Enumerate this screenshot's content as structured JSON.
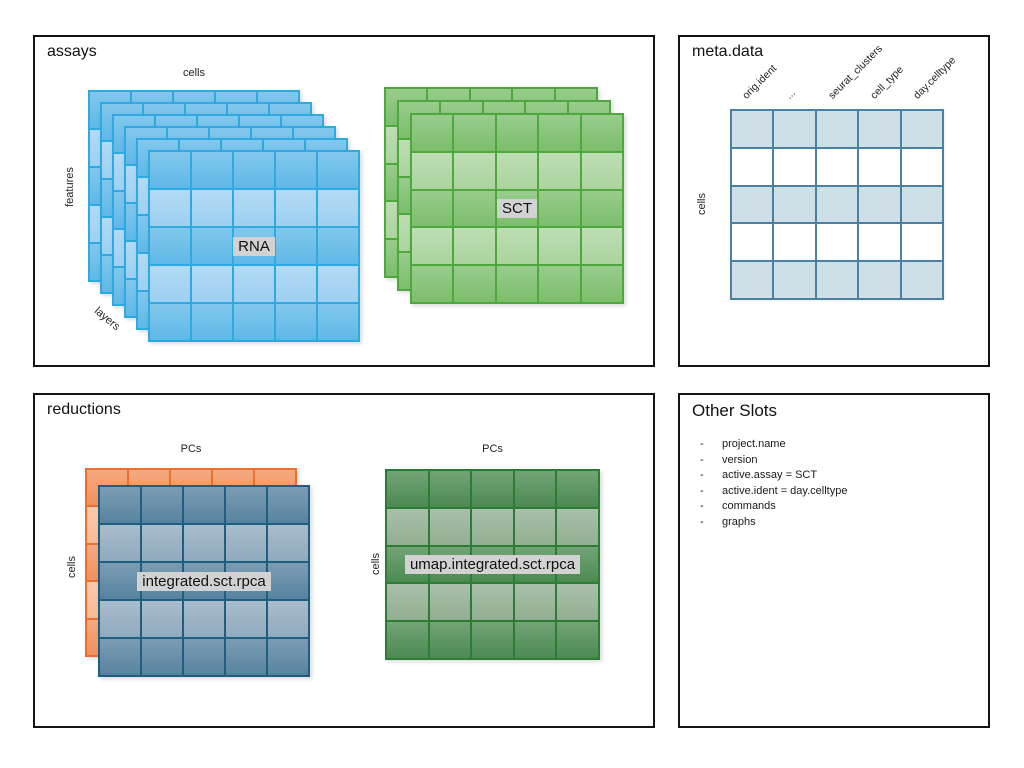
{
  "colors": {
    "blue_border": "#2ea9e1",
    "blue_dark": "#5fb8e7",
    "blue_light": "#9dd0f1",
    "green_border": "#4fa83e",
    "green_dark": "#7cbe6c",
    "green_light": "#abd49e",
    "meta_border": "#4a81a0",
    "meta_dark": "#cfdfe8",
    "meta_light": "#ffffff",
    "steel_border": "#1e5f81",
    "steel_dark": "#57829f",
    "steel_light": "#90aabd",
    "orange_border": "#ec6f30",
    "orange_dark": "#f2915c",
    "orange_light": "#f8bb97",
    "dgreen_border": "#2b7d33",
    "dgreen_dark": "#4c8a51",
    "dgreen_light": "#92ae93",
    "label_bg": "#d2d2d2"
  },
  "assays": {
    "title": "assays",
    "axis_cells": "cells",
    "axis_features": "features",
    "axis_layers": "layers",
    "rna_label": "RNA",
    "sct_label": "SCT"
  },
  "meta": {
    "title": "meta.data",
    "axis_cells": "cells",
    "columns": [
      "orig.ident",
      "...",
      "seurat_clusters",
      "cell_type",
      "day.celltype"
    ]
  },
  "reductions": {
    "title": "reductions",
    "pca": {
      "axis_pcs": "PCs",
      "axis_cells": "cells",
      "label": "integrated.sct.rpca"
    },
    "umap": {
      "axis_pcs": "PCs",
      "axis_cells": "cells",
      "label": "umap.integrated.sct.rpca"
    }
  },
  "other": {
    "title": "Other Slots",
    "bullet": "-",
    "items": [
      "project.name",
      "version",
      "active.assay = SCT",
      "active.ident = day.celltype",
      "commands",
      "graphs"
    ]
  }
}
